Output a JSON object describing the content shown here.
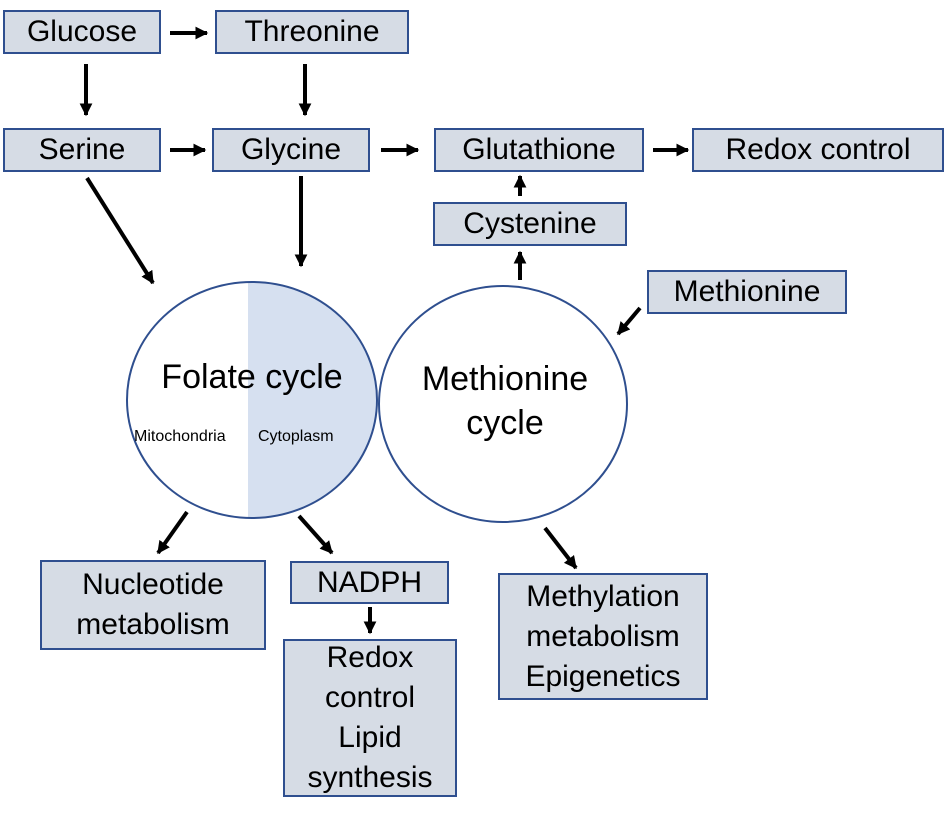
{
  "nodes": {
    "glucose": "Glucose",
    "threonine": "Threonine",
    "serine": "Serine",
    "glycine": "Glycine",
    "glutathione": "Glutathione",
    "redox_control": "Redox control",
    "cystenine": "Cystenine",
    "methionine": "Methionine",
    "nucleotide": [
      "Nucleotide",
      "metabolism"
    ],
    "nadph": "NADPH",
    "redox_lipid": [
      "Redox",
      "control",
      "Lipid",
      "synthesis"
    ],
    "methylation": [
      "Methylation",
      "metabolism",
      "Epigenetics"
    ]
  },
  "folate_cycle": {
    "title": "Folate cycle",
    "left_label": "Mitochondria",
    "right_label": "Cytoplasm",
    "right_fill": "#d6e0f0"
  },
  "methionine_cycle": {
    "title": [
      "Methionine",
      "cycle"
    ]
  },
  "colors": {
    "box_fill": "#d6dce5",
    "box_border": "#2f4f8f",
    "circle_border": "#2f4f8f",
    "arrow": "#000000"
  }
}
